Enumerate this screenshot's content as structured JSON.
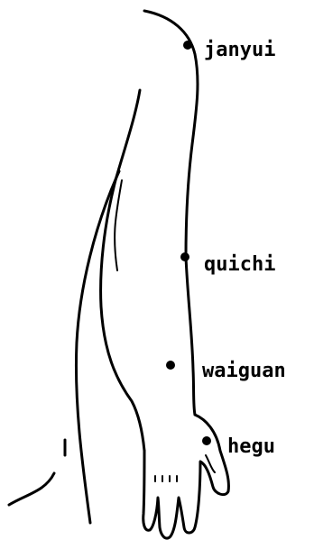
{
  "points": [
    {
      "id": "janyui",
      "label": "janyui"
    },
    {
      "id": "quichi",
      "label": "quichi"
    },
    {
      "id": "waiguan",
      "label": "waiguan"
    },
    {
      "id": "hegu",
      "label": "hegu"
    }
  ]
}
